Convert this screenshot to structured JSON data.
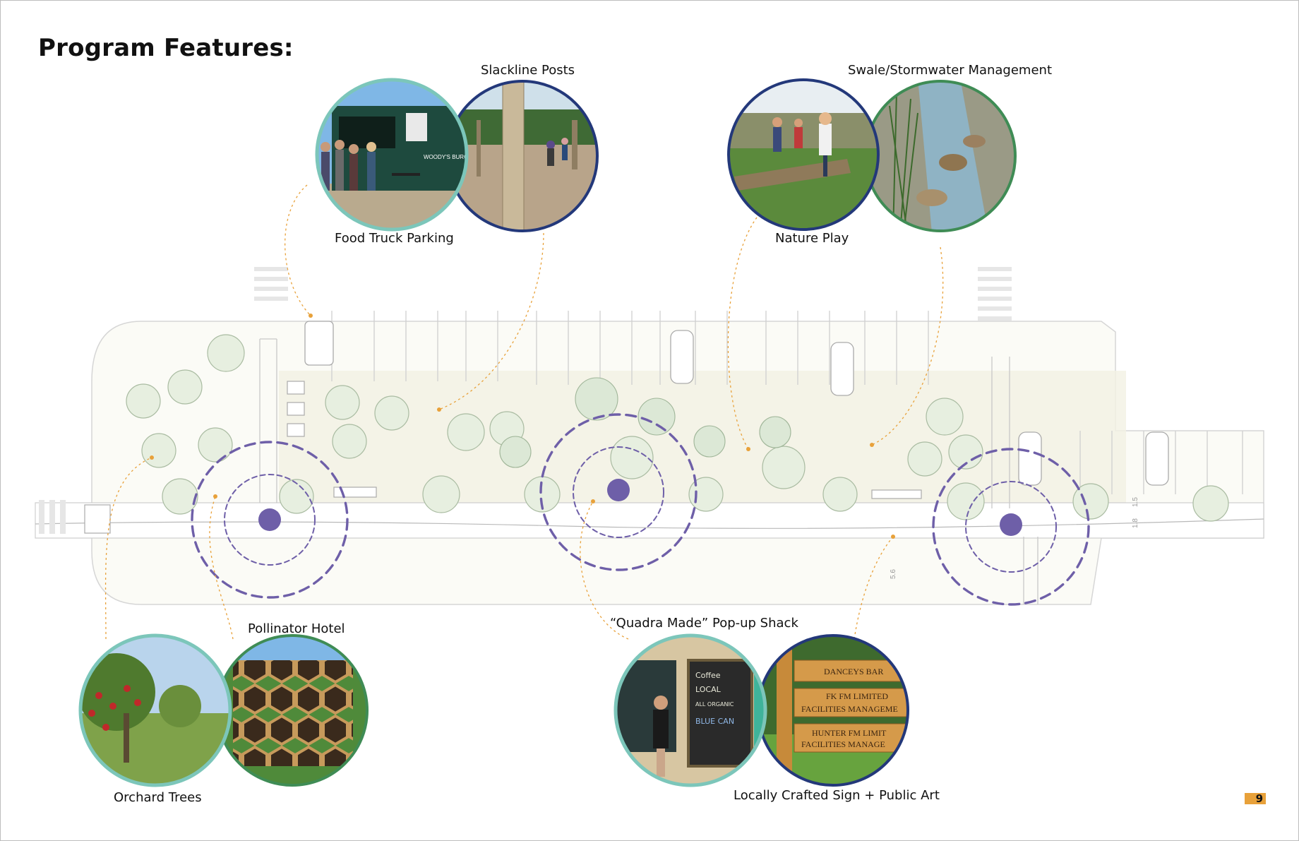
{
  "page": {
    "title": "Program Features:",
    "page_number": "9"
  },
  "features": {
    "food_truck": "Food Truck Parking",
    "slackline": "Slackline Posts",
    "swale": "Swale/Stormwater Management",
    "nature_play": "Nature Play",
    "pollinator": "Pollinator Hotel",
    "orchard": "Orchard Trees",
    "popup_shack": "“Quadra Made” Pop-up Shack",
    "sign_art": "Locally Crafted Sign + Public Art"
  },
  "photo_text": {
    "truck_sign": "WOODY'S BURGERS",
    "chalkboard": [
      "Coffee",
      "LOCAL",
      "ALL ORGANIC",
      "BLUE CAN"
    ],
    "sign_boards": [
      "DANCEYS BAR",
      "FK FM LIMITED",
      "FACILITIES MANAGEME",
      "HUNTER FM LIMIT",
      "FACILITIES MANAGE"
    ]
  },
  "plan_dimensions": [
    "1.8",
    "1.5",
    "5.6"
  ],
  "colors": {
    "accent_purple": "#6e5fa8",
    "ring_teal": "#7cc6ba",
    "ring_navy": "#23387a",
    "ring_green": "#3f8c55",
    "leader_orange": "#e8a13a",
    "page_tab": "#e8a13a"
  }
}
